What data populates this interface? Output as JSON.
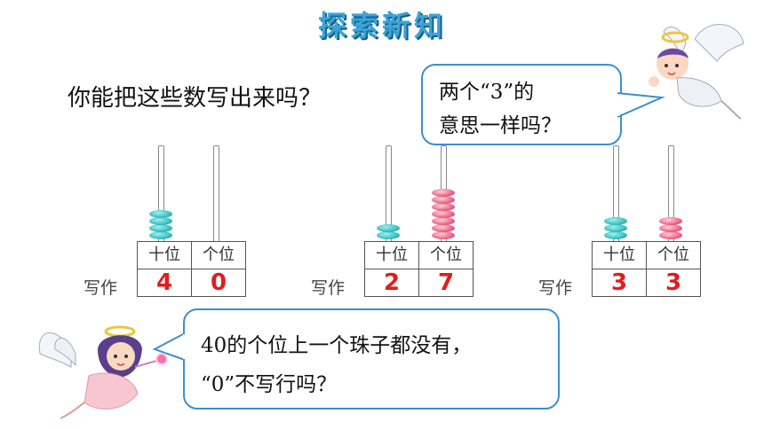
{
  "title": "探索新知",
  "question": "你能把这些数写出来吗？",
  "bubble_top": {
    "line1": "两个“3”的",
    "line2": "意思一样吗？"
  },
  "bubble_bottom": {
    "line1": "40的个位上一个珠子都没有，",
    "line2": "“0”不写行吗？"
  },
  "write_label": "写作",
  "place_headers": {
    "tens": "十位",
    "ones": "个位"
  },
  "abaci": [
    {
      "tens_value": "4",
      "ones_value": "0",
      "tens_beads": 4,
      "ones_beads": 0,
      "tens_color": "teal",
      "ones_color": "teal"
    },
    {
      "tens_value": "2",
      "ones_value": "7",
      "tens_beads": 2,
      "ones_beads": 7,
      "tens_color": "teal",
      "ones_color": "pink"
    },
    {
      "tens_value": "3",
      "ones_value": "3",
      "tens_beads": 3,
      "ones_beads": 3,
      "tens_color": "teal",
      "ones_color": "pink"
    }
  ],
  "colors": {
    "teal_bead": "#2bb5b5",
    "pink_bead": "#e8547a",
    "digit": "#e11d1d",
    "bubble_border": "#3b8fd2",
    "title": "#39a4d8"
  }
}
